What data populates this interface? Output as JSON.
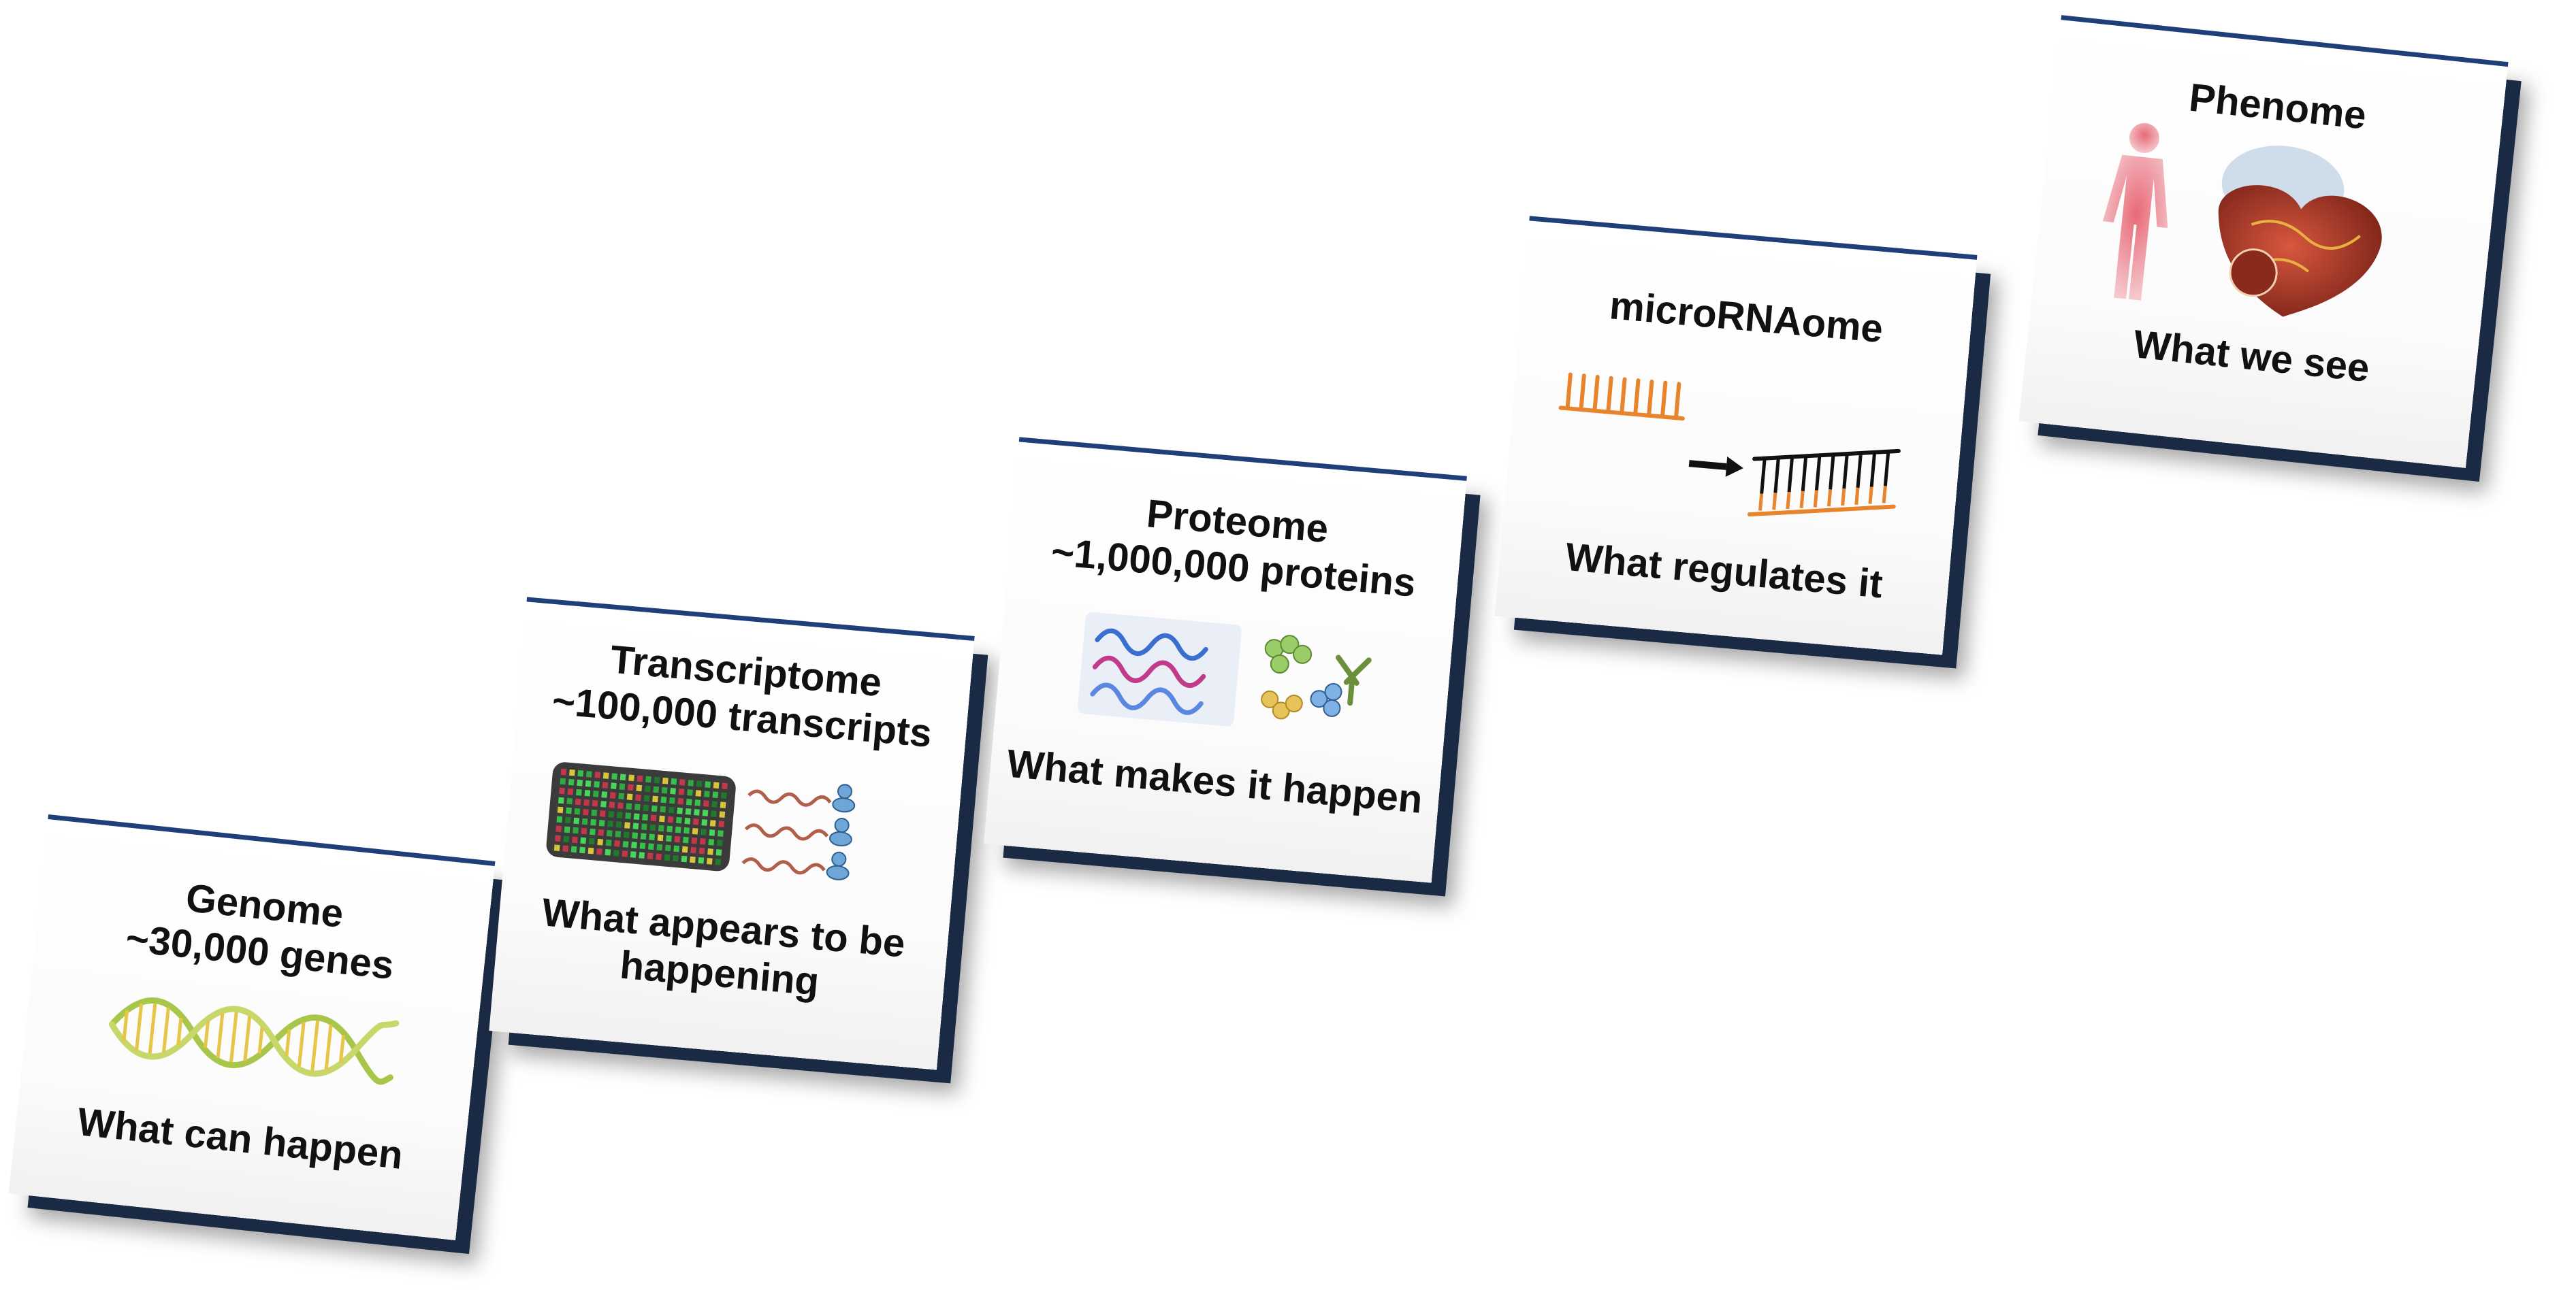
{
  "cards": [
    {
      "title": "Genome",
      "subtitle": "~30,000 genes",
      "caption": "What can happen",
      "illustration": "dna-double-helix-icon"
    },
    {
      "title": "Transcriptome",
      "subtitle": "~100,000 transcripts",
      "caption_line1": "What appears to be",
      "caption_line2": "happening",
      "illustration": "microarray-and-mrna-icon"
    },
    {
      "title": "Proteome",
      "subtitle": "~1,000,000 proteins",
      "caption": "What makes it happen",
      "illustration": "protein-structures-icon"
    },
    {
      "title": "microRNAome",
      "caption": "What regulates it",
      "illustration": "microrna-binding-icon"
    },
    {
      "title": "Phenome",
      "caption": "What we see",
      "illustration": "human-body-and-heart-icon"
    }
  ],
  "colors": {
    "card_top_border": "#1f3f7a",
    "card_side_shadow": "#1b2a44",
    "mirna_orange": "#e8842c",
    "strand_black": "#111111",
    "dna_green": "#a8c64a",
    "dna_yellow": "#e6c547",
    "body_red": "#d9485a",
    "heart_red": "#b0392a",
    "protein_blue": "#3a6fd0",
    "protein_pink": "#c23a8a"
  }
}
